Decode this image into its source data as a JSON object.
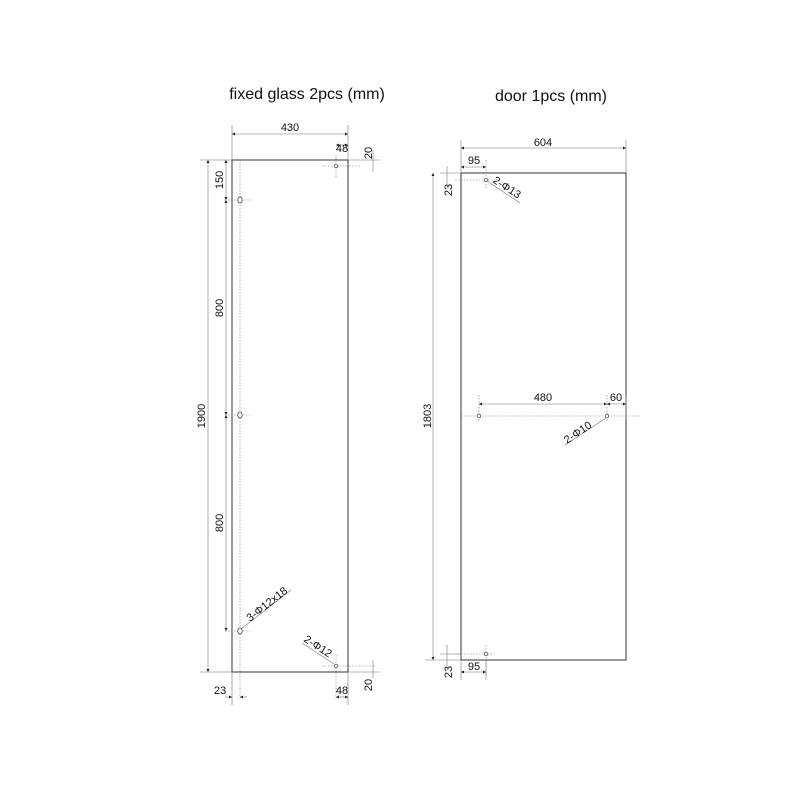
{
  "titles": {
    "fixed_glass": "fixed glass 2pcs (mm)",
    "door": "door 1pcs (mm)"
  },
  "fixed_glass": {
    "width": "430",
    "height": "1900",
    "top_offset_48": "48",
    "top_offset_20": "20",
    "hinge_top": "150",
    "hinge_gap_1": "800",
    "hinge_gap_2": "800",
    "bottom_offset_23": "23",
    "bottom_offset_48": "48",
    "bottom_offset_20": "20",
    "hinge_holes": "3-Φ12x18",
    "corner_holes": "2-Φ12"
  },
  "door": {
    "width": "604",
    "height": "1803",
    "top_offset_95": "95",
    "top_offset_23": "23",
    "top_holes": "2-Φ13",
    "handle_spacing": "480",
    "handle_edge": "60",
    "handle_holes": "2-Φ10",
    "bottom_offset_95": "95",
    "bottom_offset_23": "23"
  }
}
